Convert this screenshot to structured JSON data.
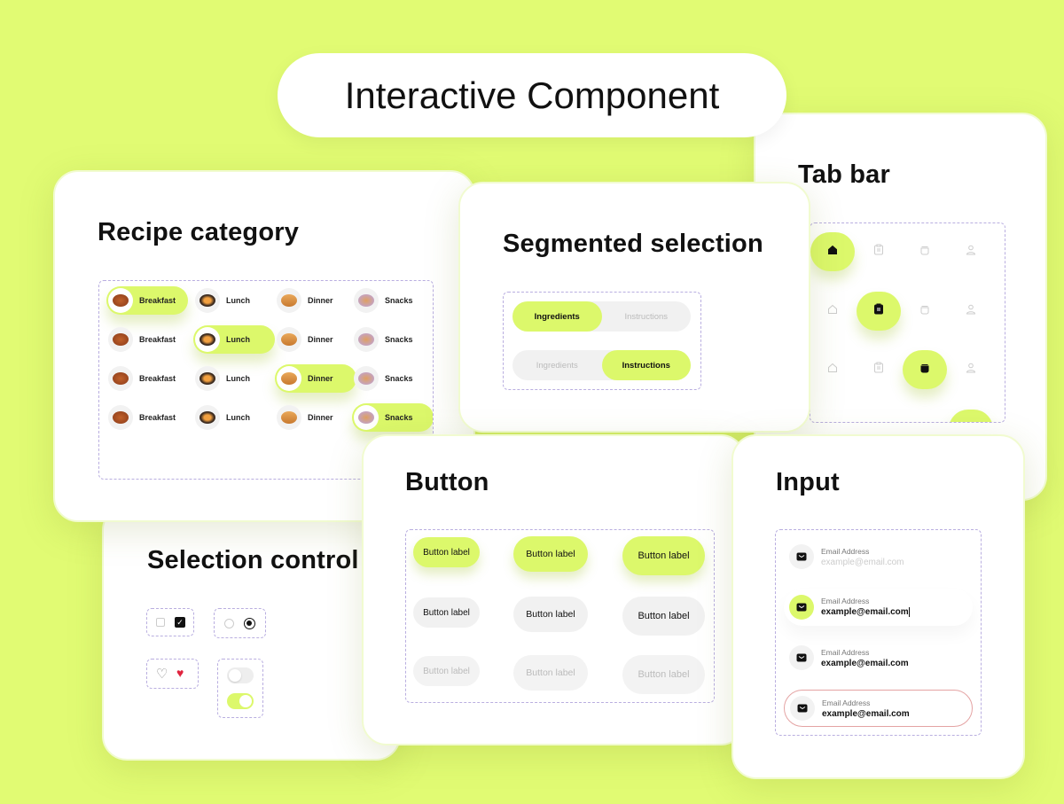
{
  "title": "Interactive Component",
  "recipe": {
    "title": "Recipe category",
    "categories": [
      "Breakfast",
      "Lunch",
      "Dinner",
      "Snacks"
    ],
    "selected_per_row": [
      0,
      1,
      2,
      3
    ]
  },
  "segmented": {
    "title": "Segmented selection",
    "options": [
      "Ingredients",
      "Instructions"
    ],
    "selected_per_row": [
      0,
      1
    ]
  },
  "tabbar": {
    "title": "Tab bar",
    "icons": [
      "home-icon",
      "clipboard-icon",
      "pot-icon",
      "user-icon"
    ],
    "selected_per_row": [
      0,
      1,
      2,
      3
    ]
  },
  "button": {
    "title": "Button",
    "label": "Button label",
    "states": [
      "primary",
      "secondary",
      "disabled"
    ],
    "sizes": [
      "small",
      "medium",
      "large"
    ]
  },
  "input": {
    "title": "Input",
    "label": "Email Address",
    "placeholder": "example@email.com",
    "value": "example@email.com",
    "states": [
      "placeholder",
      "focused",
      "filled",
      "error"
    ]
  },
  "selection": {
    "title": "Selection control",
    "checkbox": [
      false,
      true
    ],
    "radio": [
      false,
      true
    ],
    "favorite": [
      false,
      true
    ],
    "toggle": [
      false,
      true
    ]
  },
  "colors": {
    "background": "#e1fb73",
    "accent": "#dcf86b",
    "dashed": "#b9aee0",
    "error": "#e4a3a3"
  }
}
